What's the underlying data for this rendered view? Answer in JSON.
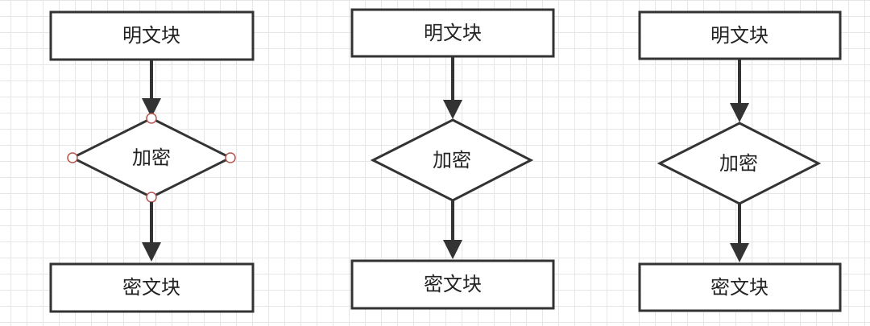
{
  "diagram": {
    "columns": [
      {
        "plaintext_label": "明文块",
        "encrypt_label": "加密",
        "ciphertext_label": "密文块",
        "selected": true
      },
      {
        "plaintext_label": "明文块",
        "encrypt_label": "加密",
        "ciphertext_label": "密文块",
        "selected": false
      },
      {
        "plaintext_label": "明文块",
        "encrypt_label": "加密",
        "ciphertext_label": "密文块",
        "selected": false
      }
    ],
    "colors": {
      "stroke": "#333333",
      "fill": "#ffffff",
      "text": "#222222",
      "selection_handle": "#b85450",
      "grid": "#e6e6e6"
    }
  }
}
